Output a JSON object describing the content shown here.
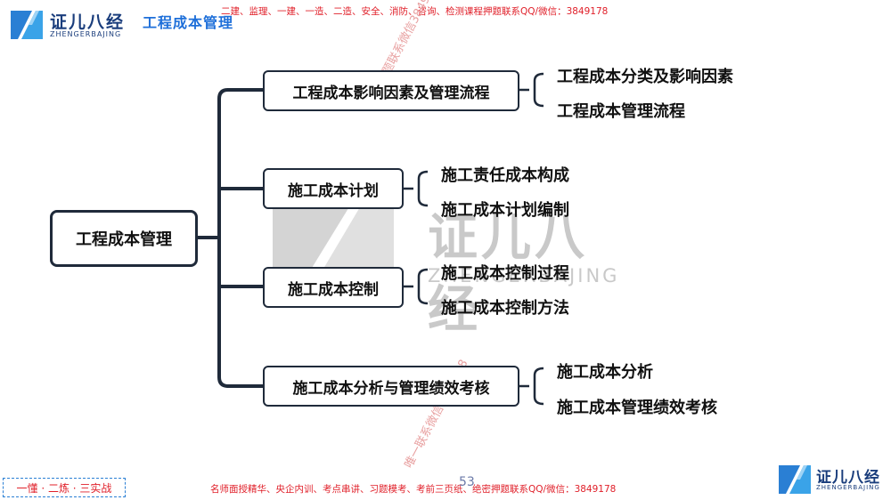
{
  "header": {
    "logo_text": "证儿八经",
    "logo_sub": "ZHENGERBAJING",
    "title": "工程成本管理",
    "ad_text": "二建、监理、一建、一造、二造、安全、消防、咨询、检测课程押题联系QQ/微信：3849178"
  },
  "mindmap": {
    "root": "工程成本管理",
    "branches": [
      {
        "label": "工程成本影响因素及管理流程",
        "children": [
          "工程成本分类及影响因素",
          "工程成本管理流程"
        ]
      },
      {
        "label": "施工成本计划",
        "children": [
          "施工责任成本构成",
          "施工成本计划编制"
        ]
      },
      {
        "label": "施工成本控制",
        "children": [
          "施工成本控制过程",
          "施工成本控制方法"
        ]
      },
      {
        "label": "施工成本分析与管理绩效考核",
        "children": [
          "施工成本分析",
          "施工成本管理绩效考核"
        ]
      }
    ]
  },
  "watermark": {
    "center_logo": "证儿八经",
    "center_sub": "ZHENGERBAJING",
    "diag1": "精准押题联系微信3849178",
    "diag2": "唯一联系微信3849178"
  },
  "footer": {
    "slogan": "一懂 · 二炼 · 三实战",
    "ad_text": "名师面授精华、央企内训、考点串讲、习题模考、考前三页纸、绝密押题联系QQ/微信：3849178",
    "page_number": "53",
    "logo_text": "证儿八经",
    "logo_sub": "ZHENGERBAJING"
  },
  "colors": {
    "ad_red": "#e0202a",
    "title_blue": "#1e6fd9",
    "logo_blue": "#1f6fc0",
    "line_dark": "#1f2a3a"
  }
}
